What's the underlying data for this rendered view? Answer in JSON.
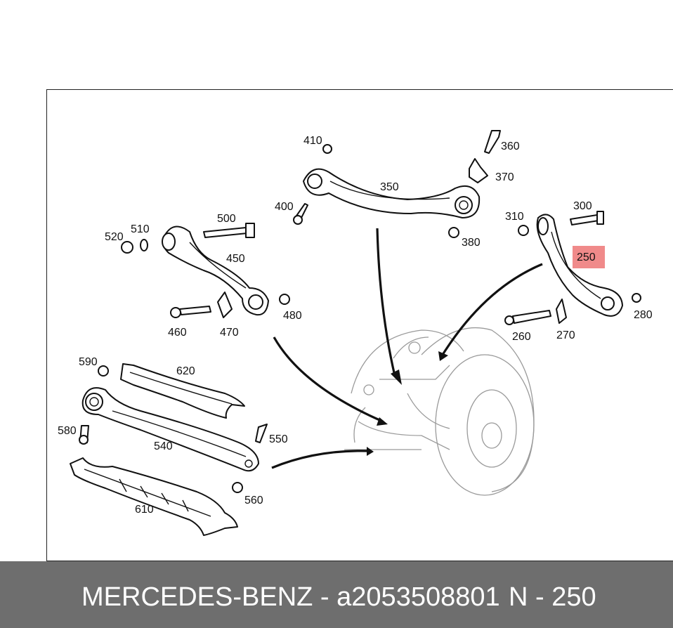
{
  "header": {
    "brand": "MERCEDES-BENZ",
    "part_number": "a2053508801",
    "position": "N - 250"
  },
  "highlight": {
    "label": "250",
    "color": "#f08a8a"
  },
  "callouts": {
    "p410": "410",
    "p360": "360",
    "p370": "370",
    "p350": "350",
    "p400": "400",
    "p380": "380",
    "p300": "300",
    "p310": "310",
    "p250": "250",
    "p280": "280",
    "p260": "260",
    "p270": "270",
    "p500": "500",
    "p510": "510",
    "p520": "520",
    "p450": "450",
    "p460": "460",
    "p470": "470",
    "p480": "480",
    "p590": "590",
    "p620": "620",
    "p580": "580",
    "p540": "540",
    "p550": "550",
    "p560": "560",
    "p610": "610"
  }
}
